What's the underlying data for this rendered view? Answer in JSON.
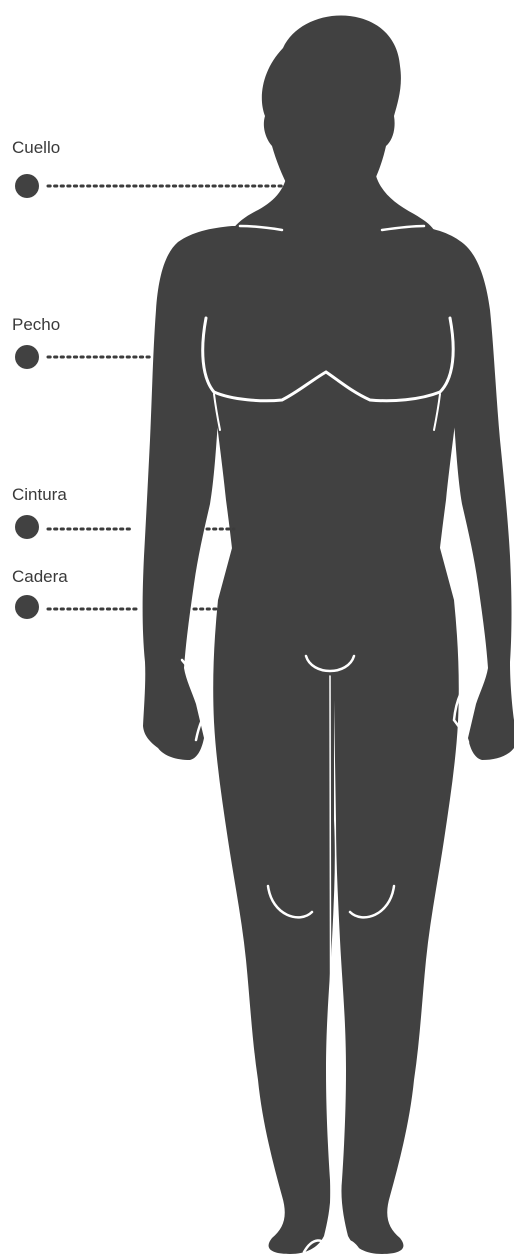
{
  "colors": {
    "silhouette": "#414141",
    "marker": "#414141",
    "dots": "#3c3c3c",
    "contour": "#ffffff"
  },
  "measurements": [
    {
      "id": "neck",
      "label": "Cuello"
    },
    {
      "id": "chest",
      "label": "Pecho"
    },
    {
      "id": "waist",
      "label": "Cintura"
    },
    {
      "id": "hip",
      "label": "Cadera"
    }
  ]
}
